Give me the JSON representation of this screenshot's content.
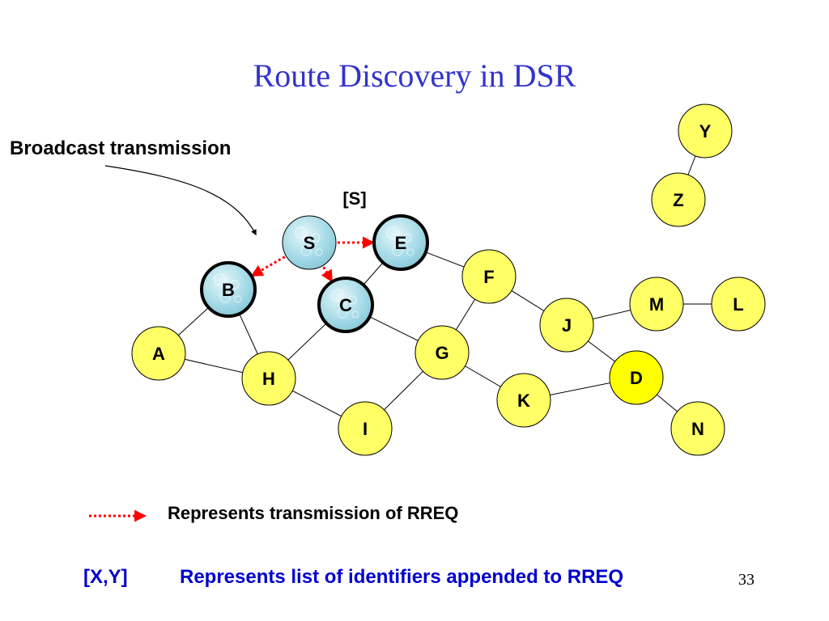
{
  "title": "Route Discovery in DSR",
  "callout": "Broadcast transmission",
  "route_record_label": "[S]",
  "nodes": [
    {
      "id": "S",
      "label": "S",
      "style": "bubble",
      "bold": false
    },
    {
      "id": "E",
      "label": "E",
      "style": "bubble",
      "bold": true
    },
    {
      "id": "B",
      "label": "B",
      "style": "bubble",
      "bold": true
    },
    {
      "id": "C",
      "label": "C",
      "style": "bubble",
      "bold": true
    },
    {
      "id": "F",
      "label": "F",
      "style": "yellow",
      "bold": false
    },
    {
      "id": "J",
      "label": "J",
      "style": "yellow",
      "bold": false
    },
    {
      "id": "M",
      "label": "M",
      "style": "yellow",
      "bold": false
    },
    {
      "id": "L",
      "label": "L",
      "style": "yellow",
      "bold": false
    },
    {
      "id": "A",
      "label": "A",
      "style": "yellow",
      "bold": false
    },
    {
      "id": "G",
      "label": "G",
      "style": "yellow",
      "bold": false
    },
    {
      "id": "H",
      "label": "H",
      "style": "yellow",
      "bold": false
    },
    {
      "id": "D",
      "label": "D",
      "style": "destination",
      "bold": false
    },
    {
      "id": "K",
      "label": "K",
      "style": "yellow",
      "bold": false
    },
    {
      "id": "I",
      "label": "I",
      "style": "yellow",
      "bold": false
    },
    {
      "id": "N",
      "label": "N",
      "style": "yellow",
      "bold": false
    },
    {
      "id": "Y",
      "label": "Y",
      "style": "yellow",
      "bold": false
    },
    {
      "id": "Z",
      "label": "Z",
      "style": "yellow",
      "bold": false
    }
  ],
  "links": [
    [
      "Y",
      "Z"
    ],
    [
      "E",
      "F"
    ],
    [
      "E",
      "C"
    ],
    [
      "B",
      "A"
    ],
    [
      "B",
      "H"
    ],
    [
      "C",
      "H"
    ],
    [
      "C",
      "G"
    ],
    [
      "A",
      "H"
    ],
    [
      "H",
      "I"
    ],
    [
      "G",
      "I"
    ],
    [
      "G",
      "F"
    ],
    [
      "G",
      "K"
    ],
    [
      "F",
      "J"
    ],
    [
      "J",
      "M"
    ],
    [
      "M",
      "L"
    ],
    [
      "J",
      "D"
    ],
    [
      "K",
      "D"
    ],
    [
      "D",
      "N"
    ]
  ],
  "rreq_transmissions": [
    [
      "S",
      "E"
    ],
    [
      "S",
      "B"
    ],
    [
      "S",
      "C"
    ]
  ],
  "legend": {
    "text": "Represents transmission of RREQ",
    "arrow_color": "#ff0000"
  },
  "bottom": {
    "key": "[X,Y]",
    "text": "Represents list of identifiers appended to RREQ"
  },
  "slide_number": "33",
  "colors": {
    "title": "#3333cc",
    "node_fill": "#ffff66",
    "destination_fill": "#ffff00",
    "bubble_fill": "#a8dce8",
    "rreq_arrow": "#ff0000",
    "bottom_text": "#0000cc"
  }
}
